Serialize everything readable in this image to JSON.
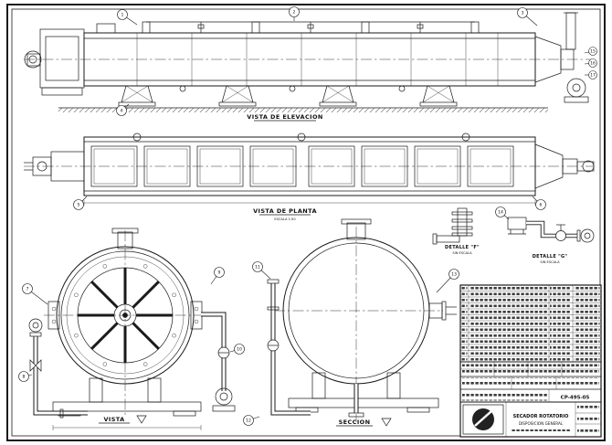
{
  "colors": {
    "ink": "#1a1a1a",
    "bg": "#ffffff"
  },
  "views": {
    "elevation": {
      "label": "VISTA DE ELEVACION"
    },
    "plan": {
      "label": "VISTA DE PLANTA",
      "note": "ESCALA 1:50"
    },
    "detail_f": {
      "label": "DETALLE \"F\"",
      "note": "SIN ESCALA"
    },
    "detail_g": {
      "label": "DETALLE \"G\"",
      "note": "SIN ESCALA"
    },
    "vista": {
      "label": "VISTA"
    },
    "seccion": {
      "label": "SECCION"
    }
  },
  "titleblock": {
    "drawing_number": "CP-495-05",
    "caption_line1": "SECADOR ROTATORIO",
    "caption_line2": "DISPOSICION GENERAL"
  },
  "balloons": [
    "1",
    "2",
    "3",
    "4",
    "5",
    "6",
    "7",
    "8",
    "9",
    "10",
    "11",
    "12",
    "13",
    "14",
    "15",
    "16",
    "17"
  ]
}
